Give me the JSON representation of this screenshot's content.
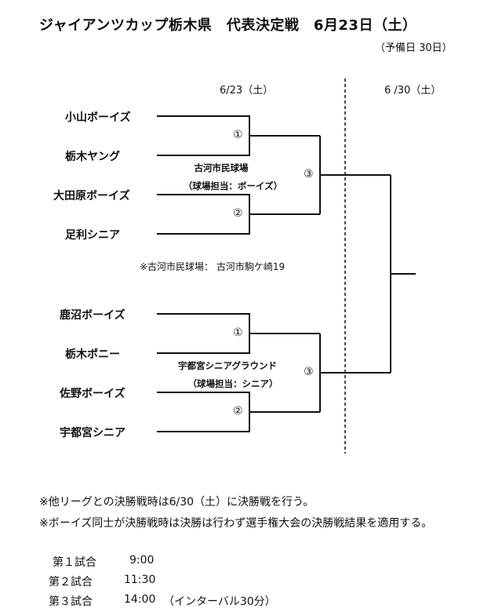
{
  "title": "ジャイアンツカップ栃木県　代表決定戦　6月23日（土）",
  "reserve_day": "（予備日 30日）",
  "dates": {
    "round1": "6/23（土）",
    "final": "6 /30（土）"
  },
  "teams": [
    "小山ボーイズ",
    "栃木ヤング",
    "大田原ボーイズ",
    "足利シニア",
    "鹿沼ボーイズ",
    "栃木ポニー",
    "佐野ボーイズ",
    "宇都宮シニア"
  ],
  "match_labels": {
    "m1": "①",
    "m2": "②",
    "m3": "③"
  },
  "venues": [
    {
      "name": "古河市民球場",
      "host": "（球場担当：ボーイズ）"
    },
    {
      "name": "宇都宮シニアグラウンド",
      "host": "（球場担当：シニア）"
    }
  ],
  "venue_note": "※古河市民球場： 古河市駒ケ崎19",
  "notes": [
    "※他リーグとの決勝戦時は6/30（土）に決勝戦を行う。",
    "※ボーイズ同士が決勝戦時は決勝は行わず選手権大会の決勝戦結果を適用する。"
  ],
  "schedule": [
    {
      "label": "第１試合",
      "time": "9:00",
      "extra": ""
    },
    {
      "label": "第２試合",
      "time": "11:30",
      "extra": ""
    },
    {
      "label": "第３試合",
      "time": "14:00",
      "extra": "（インターバル30分）"
    }
  ]
}
